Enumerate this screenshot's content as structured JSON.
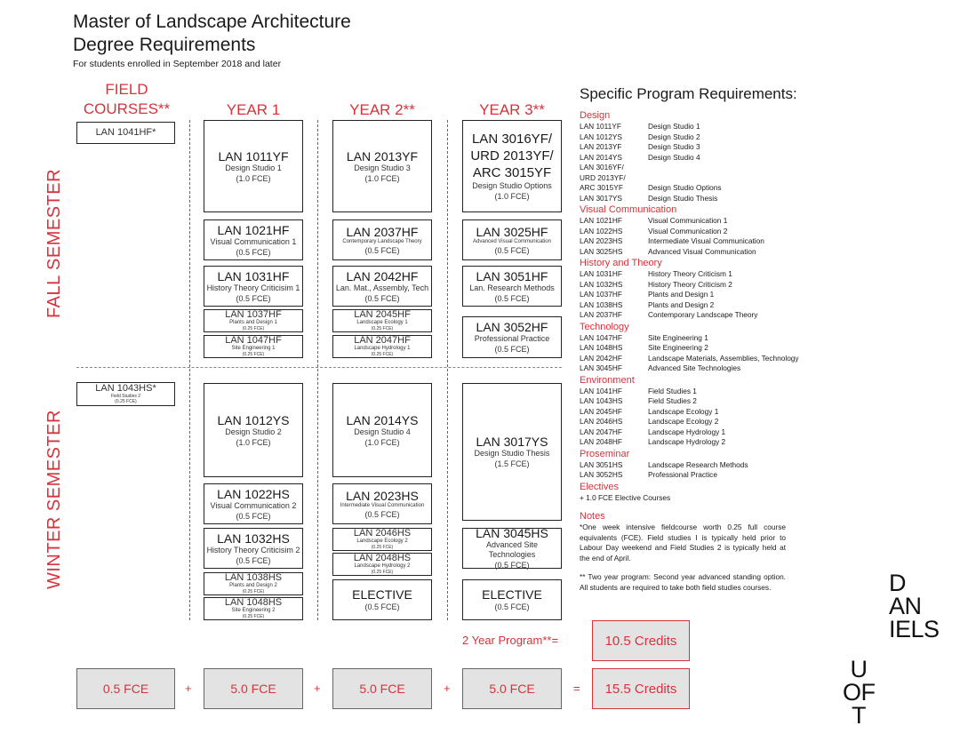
{
  "header": {
    "title_line1": "Master of Landscape Architecture",
    "title_line2": "Degree Requirements",
    "subtitle": "For students enrolled in September 2018 and later"
  },
  "columns": {
    "field": [
      "FIELD",
      "COURSES**"
    ],
    "year1": "YEAR 1",
    "year2": "YEAR 2**",
    "year3": "YEAR 3**"
  },
  "semesters": {
    "fall": "FALL SEMESTER",
    "winter": "WINTER SEMESTER"
  },
  "field_courses": [
    {
      "code": "LAN 1041HF*",
      "name": "",
      "fce": ""
    },
    {
      "code": "LAN 1043HS*",
      "name": "Field Studies 2",
      "fce": "(0.25 FCE)"
    }
  ],
  "year1": [
    {
      "code": "LAN 1011YF",
      "name": "Design Studio 1",
      "fce": "(1.0 FCE)"
    },
    {
      "code": "LAN 1021HF",
      "name": "Visual Communication 1",
      "fce": "(0.5 FCE)"
    },
    {
      "code": "LAN 1031HF",
      "name": "History Theory Criticisim 1",
      "fce": "(0.5 FCE)"
    },
    {
      "code": "LAN 1037HF",
      "name": "Plants and Design 1",
      "fce": "(0.25 FCE)"
    },
    {
      "code": "LAN 1047HF",
      "name": "Site Engineering 1",
      "fce": "(0.25 FCE)"
    },
    {
      "code": "LAN 1012YS",
      "name": "Design Studio 2",
      "fce": "(1.0 FCE)"
    },
    {
      "code": "LAN 1022HS",
      "name": "Visual Communication 2",
      "fce": "(0.5 FCE)"
    },
    {
      "code": "LAN 1032HS",
      "name": "History Theory Criticisim 2",
      "fce": "(0.5 FCE)"
    },
    {
      "code": "LAN 1038HS",
      "name": "Plants and Design 2",
      "fce": "(0.25 FCE)"
    },
    {
      "code": "LAN 1048HS",
      "name": "Site Engineering 2",
      "fce": "(0.25 FCE)"
    }
  ],
  "year2": [
    {
      "code": "LAN 2013YF",
      "name": "Design Studio 3",
      "fce": "(1.0 FCE)"
    },
    {
      "code": "LAN 2037HF",
      "name": "Contemporary Landscape Theory",
      "fce": "(0.5 FCE)"
    },
    {
      "code": "LAN 2042HF",
      "name": "Lan. Mat., Assembly, Tech",
      "fce": "(0.5 FCE)"
    },
    {
      "code": "LAN 2045HF",
      "name": "Landscape Ecology 1",
      "fce": "(0.25 FCE)"
    },
    {
      "code": "LAN 2047HF",
      "name": "Landscape Hydrology 1",
      "fce": "(0.25 FCE)"
    },
    {
      "code": "LAN 2014YS",
      "name": "Design Studio 4",
      "fce": "(1.0 FCE)"
    },
    {
      "code": "LAN 2023HS",
      "name": "Intermediate Visual Communication",
      "fce": "(0.5 FCE)"
    },
    {
      "code": "LAN 2046HS",
      "name": "Landscape Ecology 2",
      "fce": "(0.25 FCE)"
    },
    {
      "code": "LAN 2048HS",
      "name": "Landscape Hydrology 2",
      "fce": "(0.25 FCE)"
    },
    {
      "code": "ELECTIVE",
      "name": "",
      "fce": "(0.5 FCE)"
    }
  ],
  "year3": [
    {
      "code": [
        "LAN 3016YF/",
        "URD 2013YF/",
        "ARC 3015YF"
      ],
      "name": "Design Studio Options",
      "fce": "(1.0 FCE)"
    },
    {
      "code": "LAN 3025HF",
      "name": "Advanced Visual Communication",
      "fce": "(0.5 FCE)"
    },
    {
      "code": "LAN 3051HF",
      "name": "Lan. Research Methods",
      "fce": "(0.5 FCE)"
    },
    {
      "code": "LAN 3052HF",
      "name": "Professional Practice",
      "fce": "(0.5 FCE)"
    },
    {
      "code": "LAN 3017YS",
      "name": "Design Studio Thesis",
      "fce": "(1.5 FCE)"
    },
    {
      "code": "LAN 3045HS",
      "name": "Advanced Site Technologies",
      "fce": "(0.5 FCE)"
    },
    {
      "code": "ELECTIVE",
      "name": "",
      "fce": "(0.5 FCE)"
    }
  ],
  "totals": {
    "two_year_label": "2 Year Program**=",
    "two_year_credits": "10.5 Credits",
    "field": "0.5 FCE",
    "year1": "5.0 FCE",
    "year2": "5.0 FCE",
    "year3": "5.0 FCE",
    "plus": "+",
    "equals": "=",
    "total_credits": "15.5 Credits"
  },
  "requirements": {
    "title": "Specific Program Requirements:",
    "groups": [
      {
        "heading": "Design",
        "rows": [
          [
            "LAN 1011YF",
            "Design Studio 1"
          ],
          [
            "LAN 1012YS",
            "Design Studio 2"
          ],
          [
            "LAN 2013YF",
            "Design Studio 3"
          ],
          [
            "LAN 2014YS",
            "Design Studio 4"
          ],
          [
            "LAN 3016YF/",
            ""
          ],
          [
            "URD 2013YF/",
            ""
          ],
          [
            "ARC 3015YF",
            "Design Studio Options"
          ],
          [
            "LAN 3017YS",
            "Design Studio Thesis"
          ]
        ]
      },
      {
        "heading": "Visual Communication",
        "rows": [
          [
            "LAN 1021HF",
            "Visual Communication 1"
          ],
          [
            "LAN 1022HS",
            "Visual Communication 2"
          ],
          [
            "LAN 2023HS",
            "Intermediate Visual Communication"
          ],
          [
            "LAN 3025HS",
            "Advanced Visual Communication"
          ]
        ]
      },
      {
        "heading": "History and Theory",
        "rows": [
          [
            "LAN 1031HF",
            "History Theory Criticism 1"
          ],
          [
            "LAN 1032HS",
            "History Theory Criticism 2"
          ],
          [
            "LAN 1037HF",
            "Plants and Design 1"
          ],
          [
            "LAN 1038HS",
            "Plants and Design 2"
          ],
          [
            "LAN 2037HF",
            "Contemporary Landscape Theory"
          ]
        ]
      },
      {
        "heading": "Technology",
        "rows": [
          [
            "LAN 1047HF",
            "Site Engineering 1"
          ],
          [
            "LAN 1048HS",
            "Site Engineering 2"
          ],
          [
            "LAN 2042HF",
            "Landscape Materials, Assemblies, Technology"
          ],
          [
            "LAN 3045HF",
            "Advanced Site Technologies"
          ]
        ]
      },
      {
        "heading": "Environment",
        "rows": [
          [
            "LAN 1041HF",
            "Field Studies 1"
          ],
          [
            "LAN 1043HS",
            "Field Studies 2"
          ],
          [
            "LAN 2045HF",
            "Landscape Ecology 1"
          ],
          [
            "LAN 2046HS",
            "Landscape Ecology 2"
          ],
          [
            "LAN 2047HF",
            "Landscape Hydrology 1"
          ],
          [
            "LAN 2048HF",
            "Landscape Hydrology 2"
          ]
        ]
      },
      {
        "heading": "Proseminar",
        "rows": [
          [
            "LAN 3051HS",
            "Landscape Research Methods"
          ],
          [
            "LAN 3052HS",
            "Professional Practice"
          ]
        ]
      },
      {
        "heading": "Electives",
        "rows": [
          [
            "+ 1.0 FCE Elective Courses",
            ""
          ]
        ]
      }
    ],
    "notes_heading": "Notes",
    "note1": "*One week intensive fieldcourse worth 0.25 full course equivalents (FCE). Field studies I is typically held prior to Labour Day weekend and Field Studies 2 is typically held at the end of April.",
    "note2": "** Two year program: Second year advanced standing option. All students are required to take both field studies courses."
  },
  "logo": {
    "lines": [
      "D",
      "AN",
      "IELS"
    ],
    "lines2": [
      "U",
      "OF",
      "T"
    ]
  }
}
